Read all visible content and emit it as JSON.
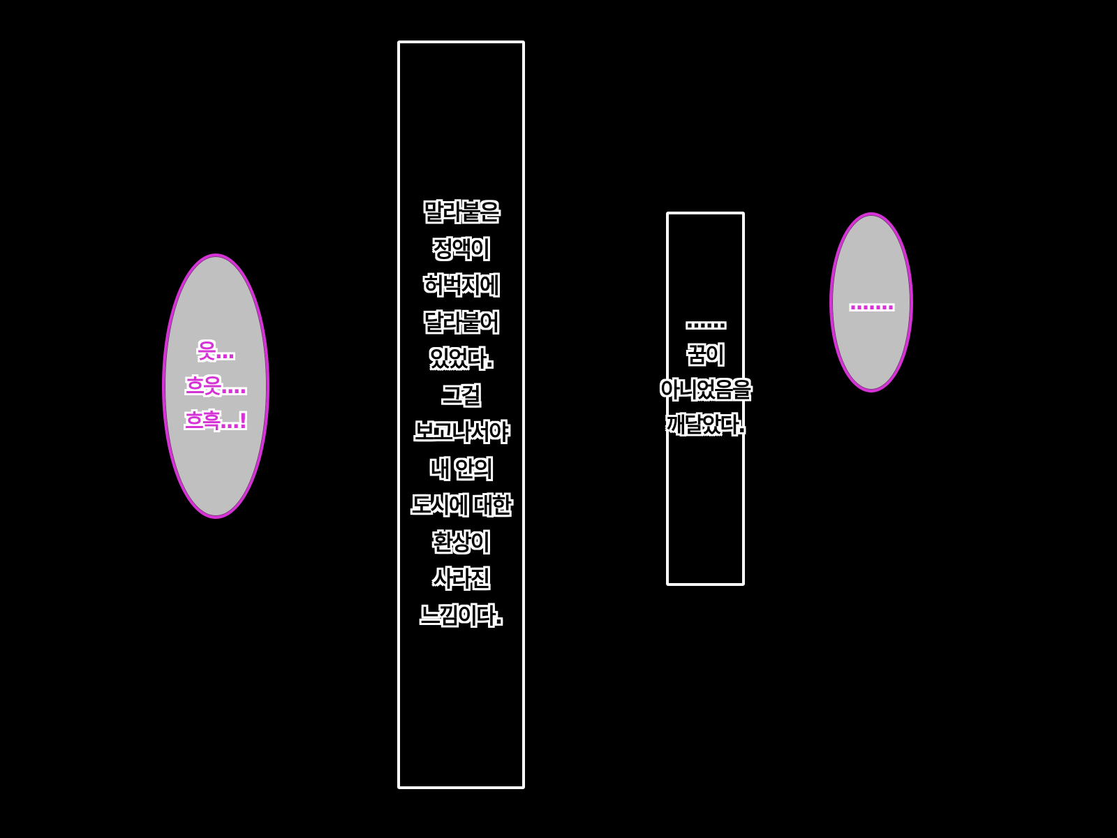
{
  "colors": {
    "background": "#000000",
    "bubble_fill": "#c0c0c0",
    "bubble_outline": "#d633d6",
    "bubble_text": "#d633d6",
    "narration_border": "#ffffff",
    "text_outline": "#ffffff"
  },
  "left_bubble": {
    "lines": [
      "읏...",
      "흐읏....",
      "흐흑...!"
    ]
  },
  "center_narration": {
    "lines": [
      "말라붙은",
      "정액이",
      "허벅지에",
      "달라붙어",
      "있었다.",
      "그걸",
      "보고나서야",
      "내 안의",
      "도시에 대한",
      "환상이",
      "사라진",
      "느낌이다."
    ]
  },
  "right_narration": {
    "lines": [
      "......",
      "꿈이",
      "아니었음을",
      "깨달았다."
    ]
  },
  "right_bubble": {
    "lines": [
      ".......  "
    ]
  }
}
